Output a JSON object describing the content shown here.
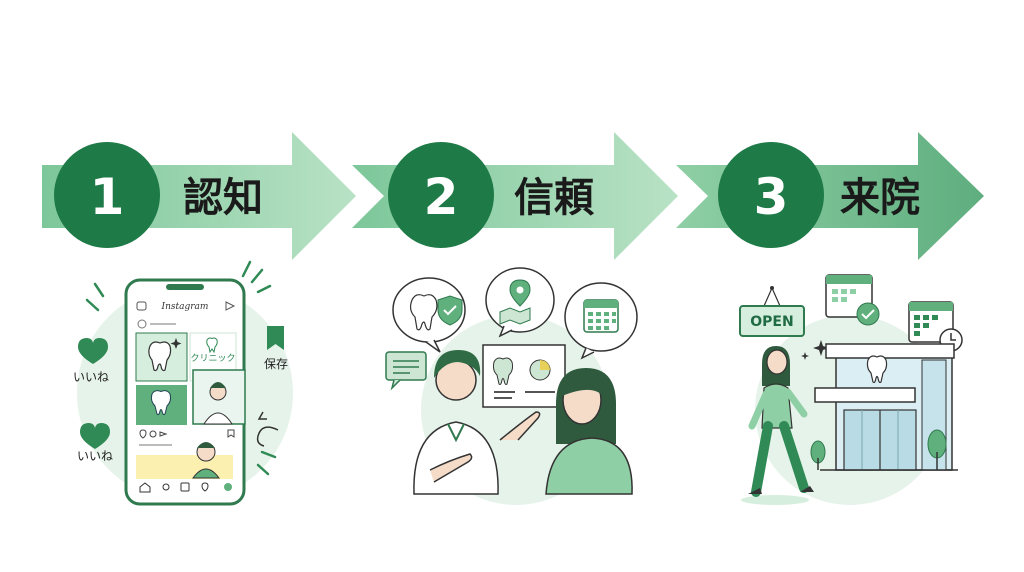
{
  "steps": [
    {
      "number": "1",
      "title": "認知"
    },
    {
      "number": "2",
      "title": "信頼"
    },
    {
      "number": "3",
      "title": "来院"
    }
  ],
  "phone": {
    "app_name": "Instagram",
    "clinic_label": "クリニック"
  },
  "labels": {
    "like_1": "いいね",
    "like_2": "いいね",
    "save": "保存",
    "open_sign": "OPEN"
  },
  "colors": {
    "arrow_light": "#9fd6b0",
    "arrow_mid": "#8fcfa5",
    "circle_green": "#1e7a47",
    "accent": "#2f8a55"
  }
}
